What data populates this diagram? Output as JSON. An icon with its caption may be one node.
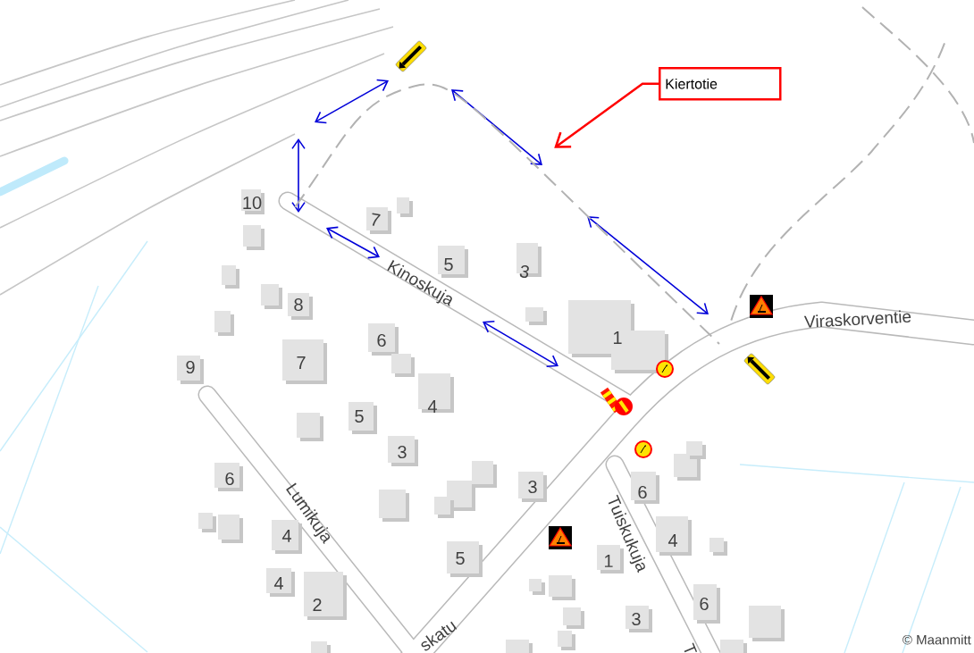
{
  "diagram": {
    "nodes": [
      {
        "text": [
          "Kiertotie"
        ]
      },
      {
        "text": [],
        "shape": "track"
      }
    ],
    "edges": [
      {
        "from": 0,
        "to": 1,
        "arrow": "to"
      }
    ],
    "labels": [
      "10",
      "7",
      "5",
      "3",
      "Kinoskuja",
      "8",
      "Viraskorventie",
      "6",
      "1",
      "9",
      "7",
      "4",
      "5",
      "3",
      "3",
      "6",
      "6",
      "Lumikuja",
      "Tuiskukuja",
      "4",
      "4",
      "5",
      "1",
      "4",
      "2",
      "6",
      "3",
      "skatu",
      "T",
      "© Maanmitt"
    ]
  }
}
